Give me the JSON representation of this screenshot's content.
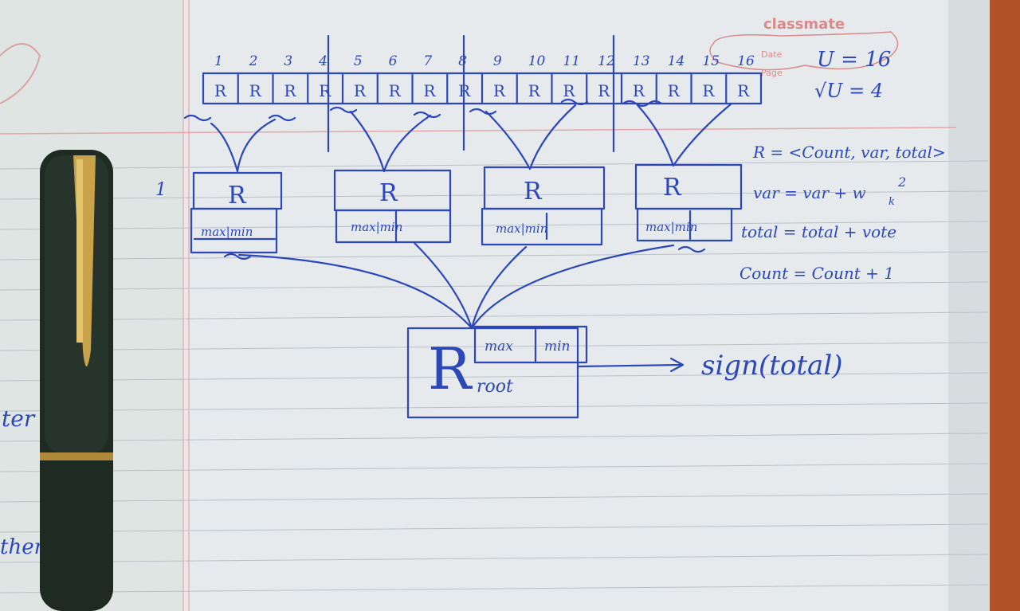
{
  "brand": {
    "name": "classmate",
    "date_label": "Date",
    "page_label": "Page"
  },
  "top_array": {
    "indices": [
      "1",
      "2",
      "3",
      "4",
      "5",
      "6",
      "7",
      "8",
      "9",
      "10",
      "11",
      "12",
      "13",
      "14",
      "15",
      "16"
    ],
    "cells": [
      "R",
      "R",
      "R",
      "R",
      "R",
      "R",
      "R",
      "R",
      "R",
      "R",
      "R",
      "R",
      "R",
      "R",
      "R",
      "R"
    ]
  },
  "mid_nodes": [
    {
      "label": "R",
      "sub": "max|min"
    },
    {
      "label": "R",
      "sub": "max|min"
    },
    {
      "label": "R",
      "sub": "max|min"
    },
    {
      "label": "R",
      "sub": "max|min"
    }
  ],
  "root": {
    "label": "R",
    "max": "max",
    "min": "min",
    "caption": "root"
  },
  "output": {
    "text": "sign(total)"
  },
  "notes": {
    "u": "U = 16",
    "sqrt_u": "√U = 4",
    "r_def": "R = <Count, var, total>",
    "var_update": "var = var + w",
    "var_sub": "k",
    "var_sup": "2",
    "total_update": "total = total + vote",
    "count_update": "Count = Count + 1",
    "left_mark": "1"
  },
  "margin_text": {
    "line1": "ter",
    "line2": "ther"
  }
}
